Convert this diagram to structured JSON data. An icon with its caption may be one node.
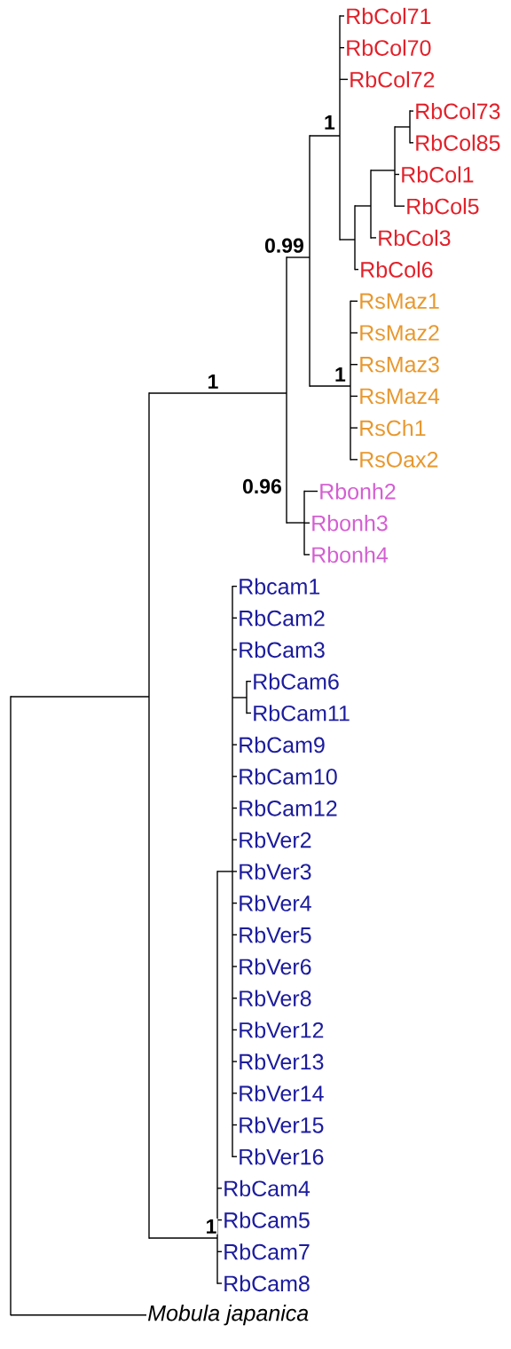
{
  "diagram": {
    "nodes": [
      {
        "text": [],
        "shape": "bar"
      },
      {
        "text": [],
        "shape": "bar"
      },
      {
        "text": [],
        "shape": "bar"
      },
      {
        "text": [],
        "shape": "bar"
      },
      {
        "text": [],
        "shape": "bar"
      },
      {
        "text": [
          "RbCol71"
        ]
      },
      {
        "text": [
          "RbCol70"
        ]
      },
      {
        "text": [
          "RbCol72"
        ]
      },
      {
        "text": [],
        "shape": "bar"
      },
      {
        "text": [],
        "shape": "bar"
      },
      {
        "text": [],
        "shape": "bar"
      },
      {
        "text": [],
        "shape": "bar"
      },
      {
        "text": [
          "RbCol73"
        ]
      },
      {
        "text": [
          "RbCol85"
        ]
      },
      {
        "text": [
          "RbCol1"
        ]
      },
      {
        "text": [
          "RbCol5"
        ]
      },
      {
        "text": [
          "RbCol3"
        ]
      },
      {
        "text": [
          "RbCol6"
        ]
      },
      {
        "text": [],
        "shape": "bar"
      },
      {
        "text": [
          "RsMaz1"
        ]
      },
      {
        "text": [
          "RsMaz2"
        ]
      },
      {
        "text": [
          "RsMaz3"
        ]
      },
      {
        "text": [
          "RsMaz4"
        ]
      },
      {
        "text": [
          "RsCh1"
        ]
      },
      {
        "text": [
          "RsOax2"
        ]
      },
      {
        "text": [],
        "shape": "bar"
      },
      {
        "text": [
          "Rbonh2"
        ]
      },
      {
        "text": [
          "Rbonh3"
        ]
      },
      {
        "text": [
          "Rbonh4"
        ]
      },
      {
        "text": [],
        "shape": "bar"
      },
      {
        "text": [],
        "shape": "bar"
      },
      {
        "text": [
          "Rbcam1"
        ]
      },
      {
        "text": [
          "RbCam2"
        ]
      },
      {
        "text": [
          "RbCam3"
        ]
      },
      {
        "text": [],
        "shape": "bar"
      },
      {
        "text": [
          "RbCam6"
        ]
      },
      {
        "text": [
          "RbCam11"
        ]
      },
      {
        "text": [
          "RbCam9"
        ]
      },
      {
        "text": [
          "RbCam10"
        ]
      },
      {
        "text": [
          "RbCam12"
        ]
      },
      {
        "text": [
          "RbVer2"
        ]
      },
      {
        "text": [
          "RbVer3"
        ]
      },
      {
        "text": [
          "RbVer4"
        ]
      },
      {
        "text": [
          "RbVer5"
        ]
      },
      {
        "text": [
          "RbVer6"
        ]
      },
      {
        "text": [
          "RbVer8"
        ]
      },
      {
        "text": [
          "RbVer12"
        ]
      },
      {
        "text": [
          "RbVer13"
        ]
      },
      {
        "text": [
          "RbVer14"
        ]
      },
      {
        "text": [
          "RbVer15"
        ]
      },
      {
        "text": [
          "RbVer16"
        ]
      },
      {
        "text": [
          "RbCam4"
        ]
      },
      {
        "text": [
          "RbCam5"
        ]
      },
      {
        "text": [
          "RbCam7"
        ]
      },
      {
        "text": [
          "RbCam8"
        ]
      },
      {
        "text": [
          "Mobula japanica"
        ]
      }
    ],
    "edges": [
      {
        "from": 0,
        "to": 1,
        "arrow": "none"
      },
      {
        "from": 1,
        "to": 2,
        "arrow": "none",
        "label": "1"
      },
      {
        "from": 2,
        "to": 3,
        "arrow": "none",
        "label": "0.99"
      },
      {
        "from": 3,
        "to": 4,
        "arrow": "none",
        "label": "1"
      },
      {
        "from": 4,
        "to": 5,
        "arrow": "none"
      },
      {
        "from": 4,
        "to": 6,
        "arrow": "none"
      },
      {
        "from": 4,
        "to": 7,
        "arrow": "none"
      },
      {
        "from": 4,
        "to": 8,
        "arrow": "none"
      },
      {
        "from": 8,
        "to": 9,
        "arrow": "none"
      },
      {
        "from": 9,
        "to": 10,
        "arrow": "none"
      },
      {
        "from": 10,
        "to": 11,
        "arrow": "none"
      },
      {
        "from": 11,
        "to": 12,
        "arrow": "none"
      },
      {
        "from": 11,
        "to": 13,
        "arrow": "none"
      },
      {
        "from": 10,
        "to": 14,
        "arrow": "none"
      },
      {
        "from": 10,
        "to": 15,
        "arrow": "none"
      },
      {
        "from": 9,
        "to": 16,
        "arrow": "none"
      },
      {
        "from": 8,
        "to": 17,
        "arrow": "none"
      },
      {
        "from": 3,
        "to": 18,
        "arrow": "none",
        "label": "1"
      },
      {
        "from": 18,
        "to": 19,
        "arrow": "none"
      },
      {
        "from": 18,
        "to": 20,
        "arrow": "none"
      },
      {
        "from": 18,
        "to": 21,
        "arrow": "none"
      },
      {
        "from": 18,
        "to": 22,
        "arrow": "none"
      },
      {
        "from": 18,
        "to": 23,
        "arrow": "none"
      },
      {
        "from": 18,
        "to": 24,
        "arrow": "none"
      },
      {
        "from": 2,
        "to": 25,
        "arrow": "none",
        "label": "0.96"
      },
      {
        "from": 25,
        "to": 26,
        "arrow": "none"
      },
      {
        "from": 25,
        "to": 27,
        "arrow": "none"
      },
      {
        "from": 25,
        "to": 28,
        "arrow": "none"
      },
      {
        "from": 1,
        "to": 29,
        "arrow": "none",
        "label": "1"
      },
      {
        "from": 29,
        "to": 30,
        "arrow": "none"
      },
      {
        "from": 30,
        "to": 31,
        "arrow": "none"
      },
      {
        "from": 30,
        "to": 32,
        "arrow": "none"
      },
      {
        "from": 30,
        "to": 33,
        "arrow": "none"
      },
      {
        "from": 30,
        "to": 34,
        "arrow": "none"
      },
      {
        "from": 34,
        "to": 35,
        "arrow": "none"
      },
      {
        "from": 34,
        "to": 36,
        "arrow": "none"
      },
      {
        "from": 30,
        "to": 37,
        "arrow": "none"
      },
      {
        "from": 30,
        "to": 38,
        "arrow": "none"
      },
      {
        "from": 30,
        "to": 39,
        "arrow": "none"
      },
      {
        "from": 30,
        "to": 40,
        "arrow": "none"
      },
      {
        "from": 30,
        "to": 41,
        "arrow": "none"
      },
      {
        "from": 30,
        "to": 42,
        "arrow": "none"
      },
      {
        "from": 30,
        "to": 43,
        "arrow": "none"
      },
      {
        "from": 30,
        "to": 44,
        "arrow": "none"
      },
      {
        "from": 30,
        "to": 45,
        "arrow": "none"
      },
      {
        "from": 30,
        "to": 46,
        "arrow": "none"
      },
      {
        "from": 30,
        "to": 47,
        "arrow": "none"
      },
      {
        "from": 30,
        "to": 48,
        "arrow": "none"
      },
      {
        "from": 30,
        "to": 49,
        "arrow": "none"
      },
      {
        "from": 30,
        "to": 50,
        "arrow": "none"
      },
      {
        "from": 29,
        "to": 51,
        "arrow": "none"
      },
      {
        "from": 29,
        "to": 52,
        "arrow": "none"
      },
      {
        "from": 29,
        "to": 53,
        "arrow": "none"
      },
      {
        "from": 29,
        "to": 54,
        "arrow": "none"
      },
      {
        "from": 0,
        "to": 55,
        "arrow": "none"
      }
    ]
  }
}
